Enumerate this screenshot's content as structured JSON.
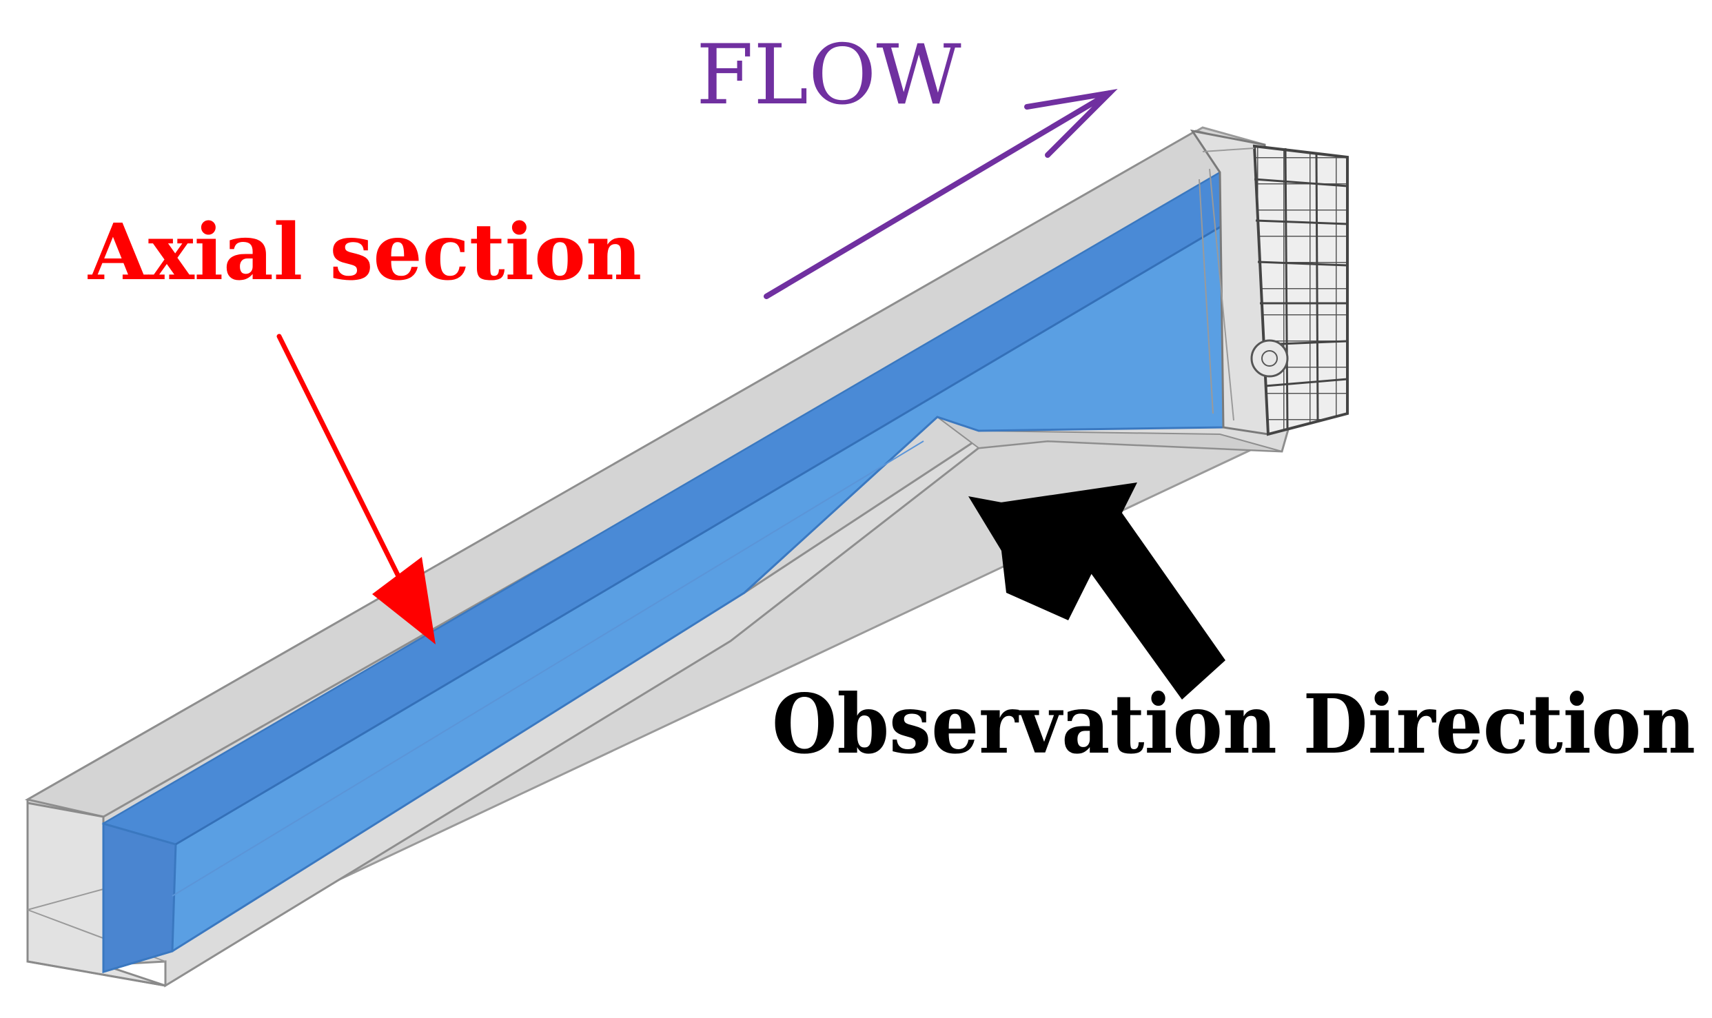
{
  "labels": {
    "flow": "FLOW",
    "axial_section": "Axial section",
    "observation_direction": "Observation Direction"
  },
  "colors": {
    "flow": "#7030a0",
    "axial_section": "#ff0000",
    "observation_direction": "#000000",
    "water": "#4a90e2",
    "channel": "#d9d9d9",
    "channel_edge": "#8a8a8a"
  },
  "icons": {
    "flow_arrow": "arrow-up-right-icon",
    "axial_arrow": "arrow-down-right-icon",
    "observation_arrow": "arrow-up-left-icon"
  }
}
